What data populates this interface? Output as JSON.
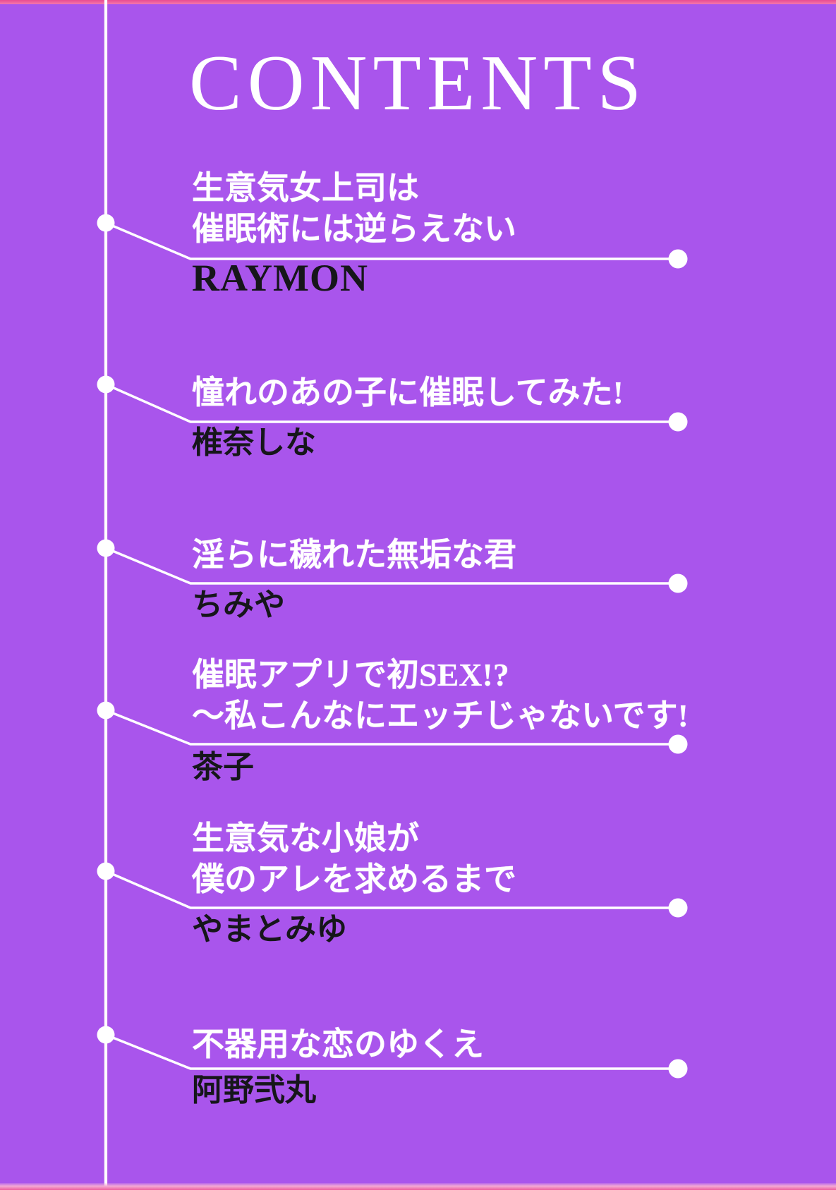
{
  "page": {
    "title": "CONTENTS",
    "background_color": "#a955ec",
    "accent_pink": "#ee5f9e",
    "line_color": "#ffffff",
    "title_color": "#ffffff",
    "author_color": "#16161a"
  },
  "entries": [
    {
      "title_lines": [
        "生意気女上司は",
        "催眠術には逆らえない"
      ],
      "author": "RAYMON"
    },
    {
      "title_lines": [
        "憧れのあの子に催眠してみた!"
      ],
      "author": "椎奈しな"
    },
    {
      "title_lines": [
        "淫らに穢れた無垢な君"
      ],
      "author": "ちみや"
    },
    {
      "title_lines": [
        "催眠アプリで初SEX!?",
        "〜私こんなにエッチじゃないです!"
      ],
      "author": "茶子"
    },
    {
      "title_lines": [
        "生意気な小娘が",
        "僕のアレを求めるまで"
      ],
      "author": "やまとみゆ"
    },
    {
      "title_lines": [
        "不器用な恋のゆくえ"
      ],
      "author": "阿野弐丸"
    }
  ]
}
